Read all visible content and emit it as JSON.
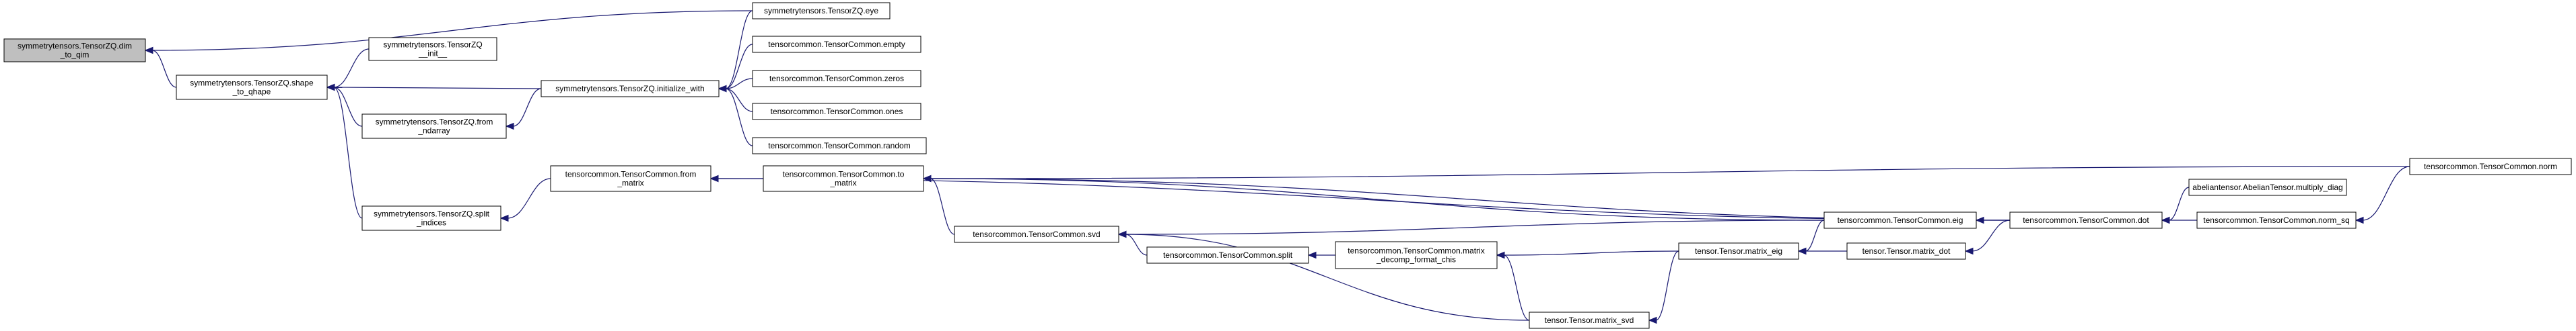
{
  "graph": {
    "colors": {
      "edge": "#191970",
      "node_border": "#000000",
      "highlight_fill": "#bfbfbf",
      "node_fill": "#ffffff"
    },
    "nodes": [
      {
        "id": "dim_to_qim",
        "lines": [
          "symmetrytensors.TensorZQ.dim",
          "_to_qim"
        ],
        "highlight": true
      },
      {
        "id": "shape_to_qhape",
        "lines": [
          "symmetrytensors.TensorZQ.shape",
          "_to_qhape"
        ]
      },
      {
        "id": "init",
        "lines": [
          "symmetrytensors.TensorZQ",
          "__init__"
        ]
      },
      {
        "id": "from_ndarray",
        "lines": [
          "symmetrytensors.TensorZQ.from",
          "_ndarray"
        ]
      },
      {
        "id": "split_indices",
        "lines": [
          "symmetrytensors.TensorZQ.split",
          "_indices"
        ]
      },
      {
        "id": "eye",
        "lines": [
          "symmetrytensors.TensorZQ.eye"
        ]
      },
      {
        "id": "initialize_with",
        "lines": [
          "symmetrytensors.TensorZQ.initialize_with"
        ]
      },
      {
        "id": "empty",
        "lines": [
          "tensorcommon.TensorCommon.empty"
        ]
      },
      {
        "id": "zeros",
        "lines": [
          "tensorcommon.TensorCommon.zeros"
        ]
      },
      {
        "id": "ones",
        "lines": [
          "tensorcommon.TensorCommon.ones"
        ]
      },
      {
        "id": "random",
        "lines": [
          "tensorcommon.TensorCommon.random"
        ]
      },
      {
        "id": "from_matrix",
        "lines": [
          "tensorcommon.TensorCommon.from",
          "_matrix"
        ]
      },
      {
        "id": "to_matrix",
        "lines": [
          "tensorcommon.TensorCommon.to",
          "_matrix"
        ]
      },
      {
        "id": "svd",
        "lines": [
          "tensorcommon.TensorCommon.svd"
        ]
      },
      {
        "id": "split",
        "lines": [
          "tensorcommon.TensorCommon.split"
        ]
      },
      {
        "id": "matrix_decomp",
        "lines": [
          "tensorcommon.TensorCommon.matrix",
          "_decomp_format_chis"
        ]
      },
      {
        "id": "tensor_matrix_svd",
        "lines": [
          "tensor.Tensor.matrix_svd"
        ]
      },
      {
        "id": "tensor_matrix_eig",
        "lines": [
          "tensor.Tensor.matrix_eig"
        ]
      },
      {
        "id": "tensor_matrix_dot",
        "lines": [
          "tensor.Tensor.matrix_dot"
        ]
      },
      {
        "id": "eig",
        "lines": [
          "tensorcommon.TensorCommon.eig"
        ]
      },
      {
        "id": "dot",
        "lines": [
          "tensorcommon.TensorCommon.dot"
        ]
      },
      {
        "id": "multiply_diag",
        "lines": [
          "abeliantensor.AbelianTensor.multiply_diag"
        ]
      },
      {
        "id": "norm_sq",
        "lines": [
          "tensorcommon.TensorCommon.norm_sq"
        ]
      },
      {
        "id": "norm",
        "lines": [
          "tensorcommon.TensorCommon.norm"
        ]
      }
    ]
  }
}
